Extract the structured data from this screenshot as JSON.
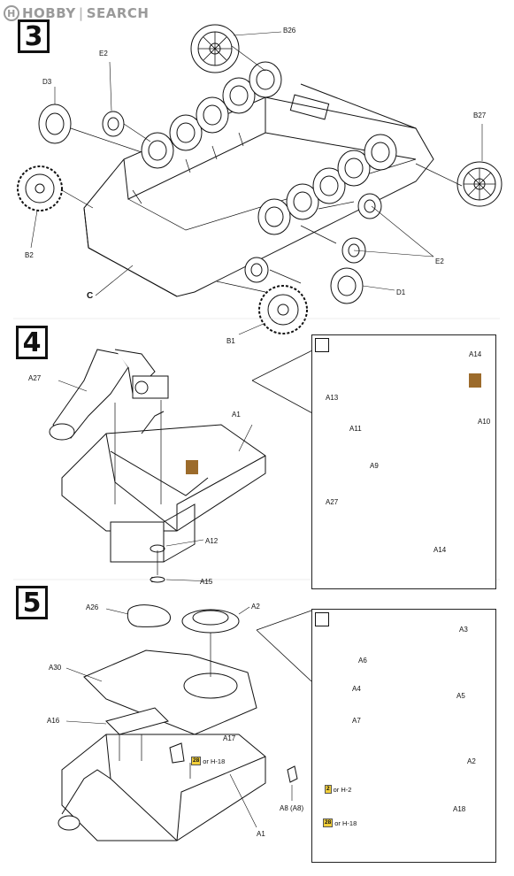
{
  "watermark": {
    "brand": "HOBBY",
    "sep": "|",
    "site": "SEARCH",
    "logo_letter": "H"
  },
  "steps": [
    "3",
    "4",
    "5"
  ],
  "step3_labels": {
    "b26": "B26",
    "e2_top": "E2",
    "d3": "D3",
    "b27": "B27",
    "b2": "B2",
    "c": "C",
    "e2_right": "E2",
    "d1": "D1",
    "b1": "B1"
  },
  "step4_labels": {
    "a27": "A27",
    "a1": "A1",
    "a12": "A12",
    "a15": "A15",
    "inset_a14_top": "A14",
    "a13": "A13",
    "a11": "A11",
    "a10": "A10",
    "a9": "A9",
    "inset_a27": "A27",
    "inset_a14_bottom": "A14"
  },
  "step5_labels": {
    "a26": "A26",
    "a2": "A2",
    "a30": "A30",
    "a16": "A16",
    "a17": "A17",
    "a8": "A8 (A8)",
    "a1": "A1",
    "inset_a3": "A3",
    "inset_a6": "A6",
    "inset_a4": "A4",
    "inset_a5": "A5",
    "inset_a7": "A7",
    "inset_a2": "A2",
    "inset_a18": "A18"
  },
  "alternatives": {
    "a17_chip": "28",
    "a17_text": "or H-18",
    "a18_chip1": "2",
    "a18_text1": "or H-2",
    "a18_chip2": "28",
    "a18_text2": "or H-18"
  },
  "icons": [
    "wrench-icon",
    "glue-icon"
  ],
  "colors": {
    "line": "#111111",
    "glue": "#9c6b2b",
    "chip": "#f2cf3a",
    "wire": "#b59a3a",
    "watermark": "#9a9a9a"
  }
}
